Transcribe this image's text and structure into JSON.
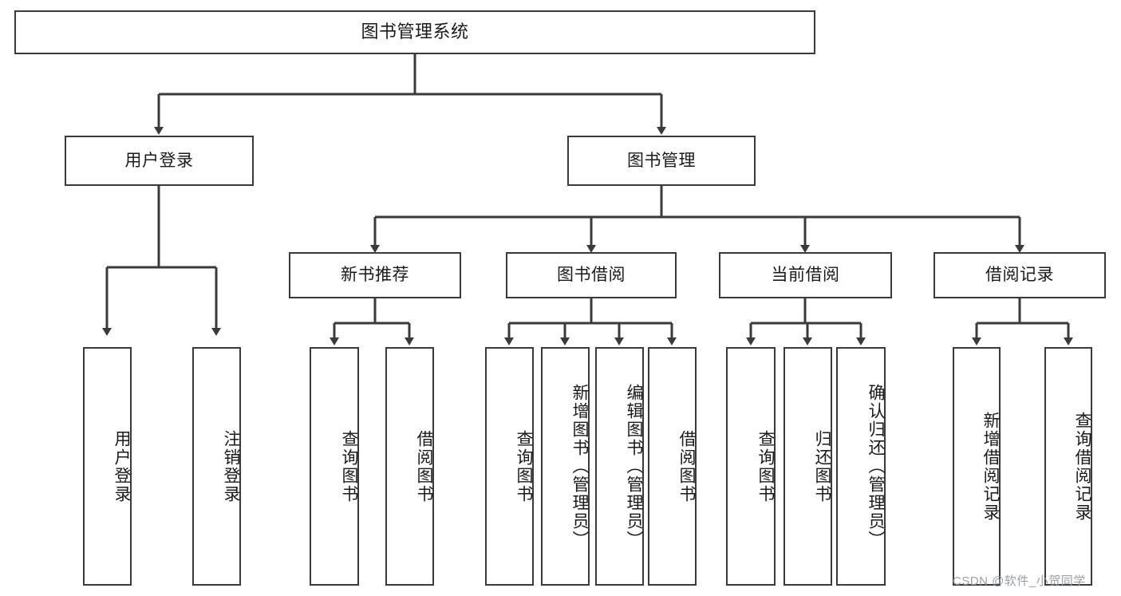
{
  "diagram": {
    "type": "tree-hierarchy-functional-decomposition",
    "root": {
      "id": "root",
      "label": "图书管理系统"
    },
    "level1": [
      {
        "id": "user-login",
        "label": "用户登录"
      },
      {
        "id": "book-manage",
        "label": "图书管理"
      }
    ],
    "level2": [
      {
        "id": "new-book-rec",
        "label": "新书推荐",
        "parent": "book-manage"
      },
      {
        "id": "book-borrow",
        "label": "图书借阅",
        "parent": "book-manage"
      },
      {
        "id": "current-borrow",
        "label": "当前借阅",
        "parent": "book-manage"
      },
      {
        "id": "borrow-record",
        "label": "借阅记录",
        "parent": "book-manage"
      }
    ],
    "leaves": [
      {
        "id": "leaf-user-login",
        "label": "用户登录",
        "parent": "user-login"
      },
      {
        "id": "leaf-logout-login",
        "label": "注销登录",
        "parent": "user-login"
      },
      {
        "id": "leaf-query-book-1",
        "label": "查询图书",
        "parent": "new-book-rec"
      },
      {
        "id": "leaf-borrow-book-1",
        "label": "借阅图书",
        "parent": "new-book-rec"
      },
      {
        "id": "leaf-query-book-2",
        "label": "查询图书",
        "parent": "book-borrow"
      },
      {
        "id": "leaf-add-book",
        "label": "新增图书（管理员）",
        "parent": "book-borrow"
      },
      {
        "id": "leaf-edit-book",
        "label": "编辑图书（管理员）",
        "parent": "book-borrow"
      },
      {
        "id": "leaf-borrow-book-2",
        "label": "借阅图书",
        "parent": "book-borrow"
      },
      {
        "id": "leaf-query-book-3",
        "label": "查询图书",
        "parent": "current-borrow"
      },
      {
        "id": "leaf-return-book",
        "label": "归还图书",
        "parent": "current-borrow"
      },
      {
        "id": "leaf-confirm-return",
        "label": "确认归还（管理员）",
        "parent": "current-borrow"
      },
      {
        "id": "leaf-add-record",
        "label": "新增借阅记录",
        "parent": "borrow-record"
      },
      {
        "id": "leaf-query-record",
        "label": "查询借阅记录",
        "parent": "borrow-record"
      }
    ],
    "colors": {
      "stroke": "#3a3a3a",
      "fill": "#ffffff",
      "text": "#1a1a1a",
      "watermark": "#9aa0a6"
    }
  },
  "watermark": {
    "text": "CSDN @软件_小贺同学"
  }
}
